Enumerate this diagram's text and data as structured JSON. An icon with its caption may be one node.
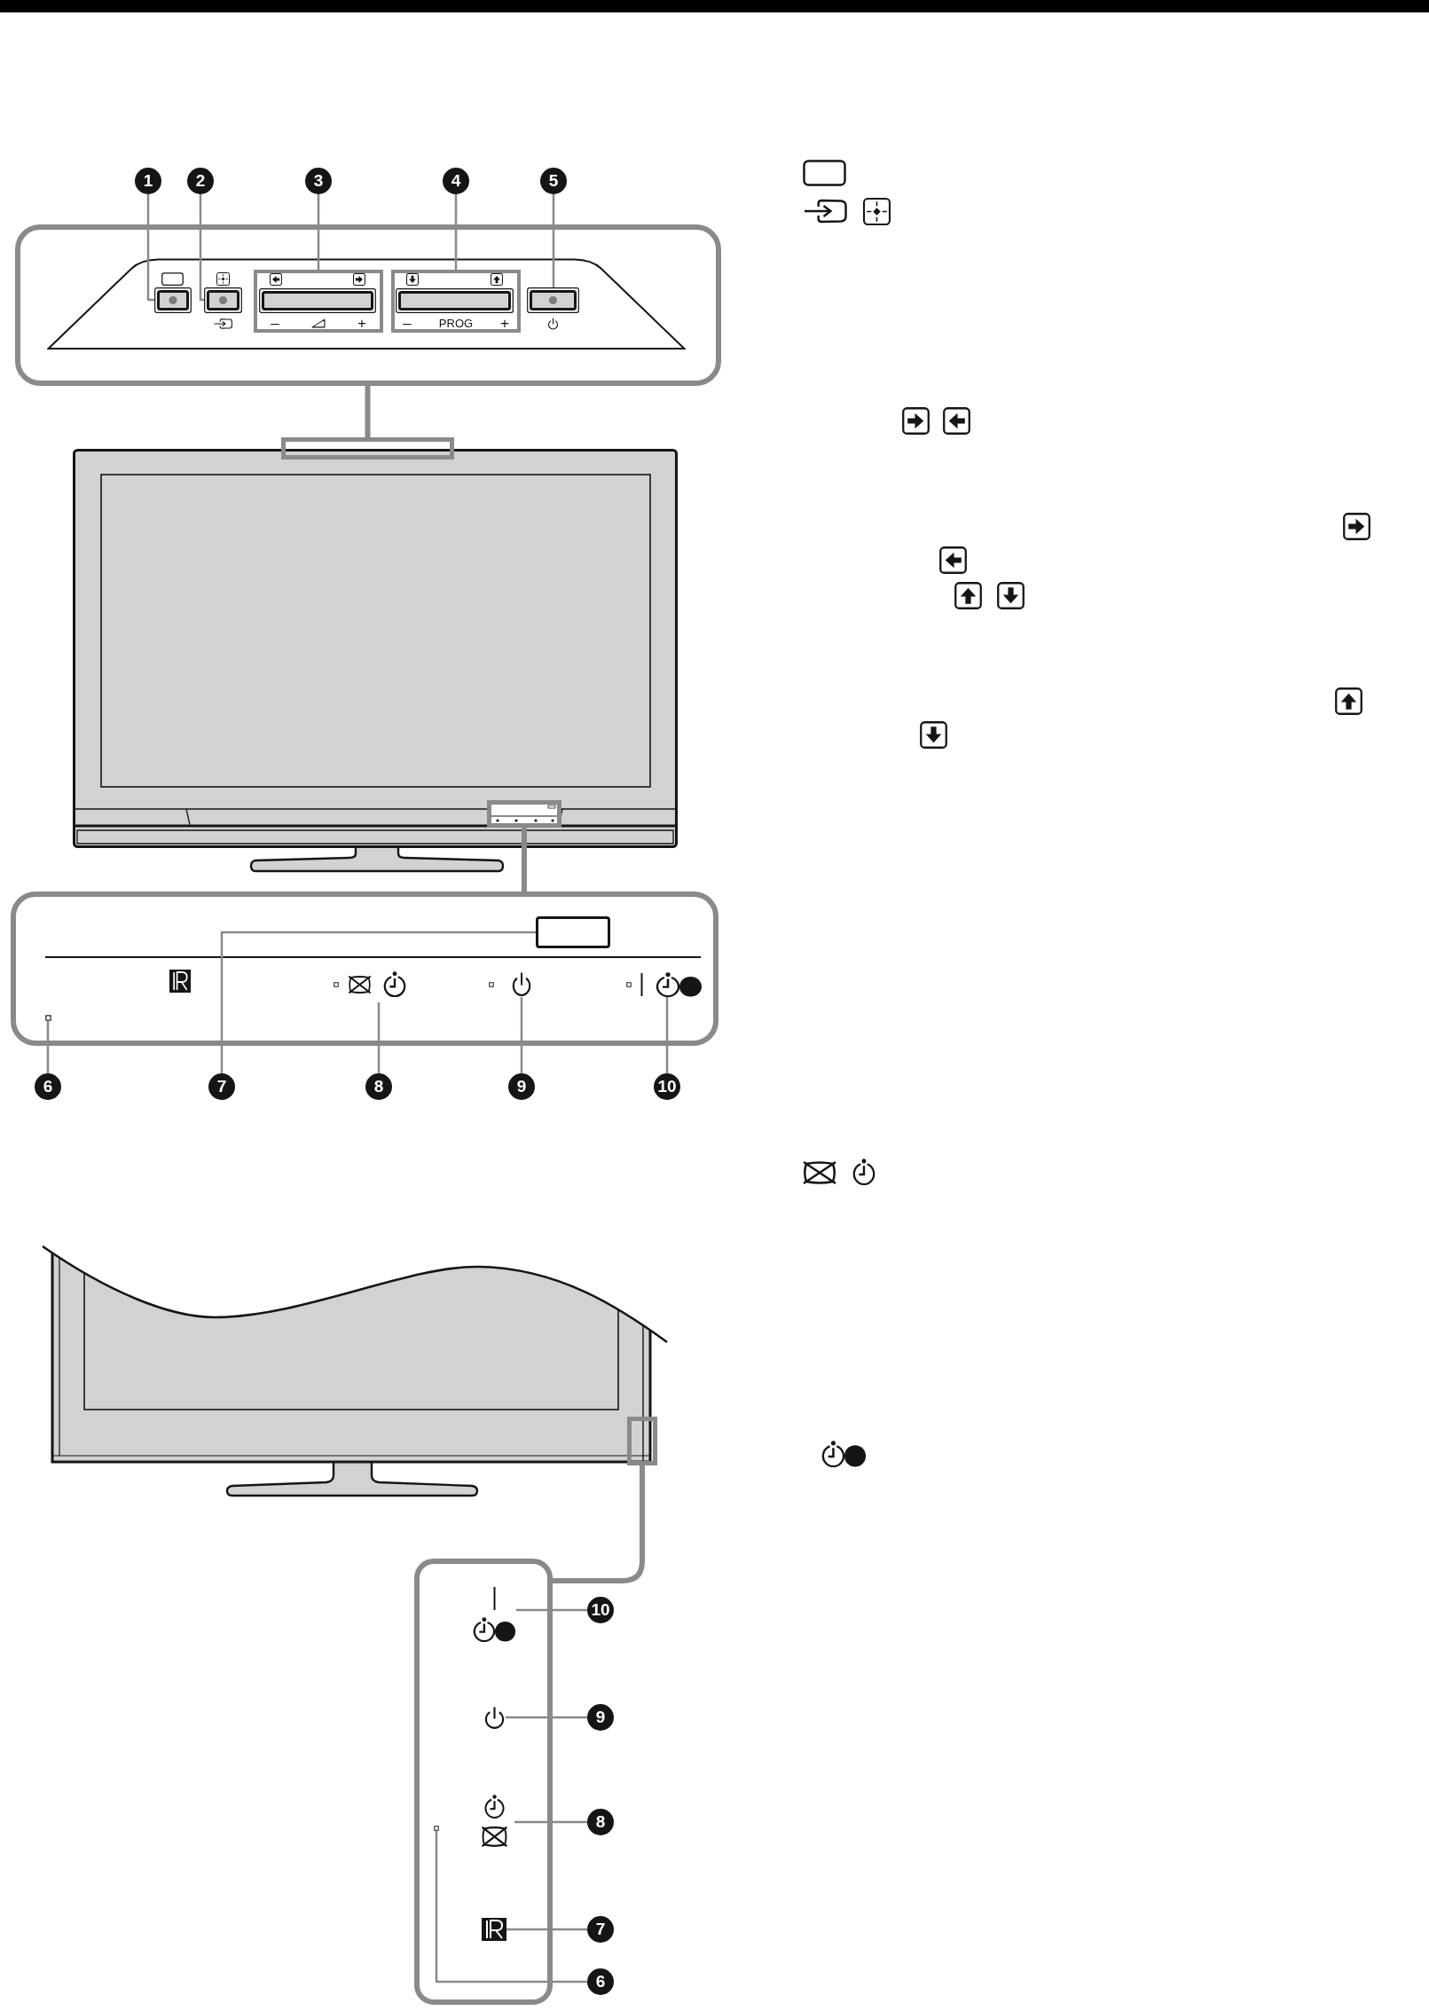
{
  "diagram": {
    "nodes": [
      {
        "text": [
          "1"
        ]
      },
      {
        "text": [
          "2"
        ]
      },
      {
        "text": [
          "3"
        ]
      },
      {
        "text": [
          "4"
        ]
      },
      {
        "text": [
          "5"
        ]
      },
      {
        "text": [],
        "shape": "box"
      },
      {
        "text": [],
        "shape": "box",
        "in": 5
      },
      {
        "text": [],
        "shape": "box",
        "in": 5
      },
      {
        "text": [
          "–",
          "+"
        ],
        "in": 5
      },
      {
        "text": [
          "–",
          "PROG",
          "+"
        ],
        "in": 5
      },
      {
        "text": [],
        "shape": "box",
        "in": 5
      },
      {
        "text": [],
        "shape": "box"
      },
      {
        "text": [],
        "shape": "box"
      },
      {
        "text": [],
        "shape": "box"
      },
      {
        "text": [],
        "shape": "box",
        "in": 13
      },
      {
        "text": [],
        "shape": "picture",
        "in": 13
      },
      {
        "text": [],
        "shape": "picture",
        "in": 13
      },
      {
        "text": [],
        "shape": "box",
        "in": 13
      },
      {
        "text": [
          "6"
        ]
      },
      {
        "text": [
          "7"
        ]
      },
      {
        "text": [
          "8"
        ]
      },
      {
        "text": [
          "9"
        ]
      },
      {
        "text": [
          "10"
        ]
      },
      {
        "text": [],
        "shape": "box"
      },
      {
        "text": [],
        "shape": "box"
      },
      {
        "text": [],
        "shape": "picture",
        "in": 24
      },
      {
        "text": [],
        "shape": "picture",
        "in": 24
      },
      {
        "text": [],
        "shape": "box",
        "in": 24
      },
      {
        "text": [
          "10"
        ]
      },
      {
        "text": [
          "9"
        ]
      },
      {
        "text": [
          "8"
        ]
      },
      {
        "text": [
          "7"
        ]
      },
      {
        "text": [
          "6"
        ]
      }
    ],
    "edges": [
      {
        "from": 0,
        "to": 6,
        "arrow": "none"
      },
      {
        "from": 1,
        "to": 7,
        "arrow": "none"
      },
      {
        "from": 2,
        "to": 8,
        "arrow": "none"
      },
      {
        "from": 3,
        "to": 9,
        "arrow": "none"
      },
      {
        "from": 4,
        "to": 10,
        "arrow": "none"
      },
      {
        "from": 11,
        "to": 5,
        "arrow": "none",
        "style": "thick"
      },
      {
        "from": 12,
        "to": 13,
        "arrow": "none",
        "style": "thick"
      },
      {
        "from": 18,
        "to": 17,
        "arrow": "none"
      },
      {
        "from": 19,
        "to": 14,
        "arrow": "none"
      },
      {
        "from": 20,
        "to": null,
        "arrow": "none"
      },
      {
        "from": 21,
        "to": 15,
        "arrow": "none"
      },
      {
        "from": 22,
        "to": 16,
        "arrow": "none"
      },
      {
        "from": 23,
        "to": 24,
        "arrow": "none",
        "style": "thick"
      },
      {
        "from": 28,
        "to": null,
        "arrow": "none"
      },
      {
        "from": 29,
        "to": 25,
        "arrow": "none"
      },
      {
        "from": 30,
        "to": null,
        "arrow": "none"
      },
      {
        "from": 31,
        "to": 26,
        "arrow": "none"
      },
      {
        "from": 32,
        "to": 27,
        "arrow": "none"
      }
    ]
  }
}
